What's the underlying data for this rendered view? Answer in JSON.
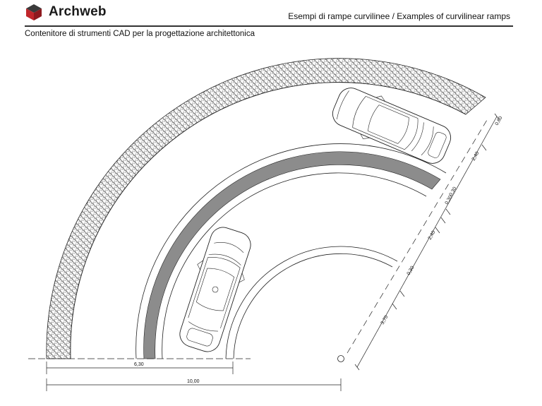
{
  "header": {
    "brand": "Archweb",
    "title": "Esempi di rampe curvilinee  /  Examples of curvilinear ramps",
    "subtitle": "Contenitore di strumenti CAD per la progettazione architettonica"
  },
  "icons": {
    "logo": "archweb-cube-logo-icon"
  },
  "colors": {
    "ink": "#111111",
    "logo_red": "#c0262b",
    "logo_dark": "#3a3a3a",
    "curb_fill": "#8c8c8c",
    "paving": "#555555"
  },
  "dimensions": {
    "radial": [
      "0,60",
      "2,40",
      "0,30",
      "0,30",
      "2,40",
      "0,30",
      "3,70"
    ],
    "bottom_inner": "6,30",
    "bottom_total": "10,00"
  }
}
